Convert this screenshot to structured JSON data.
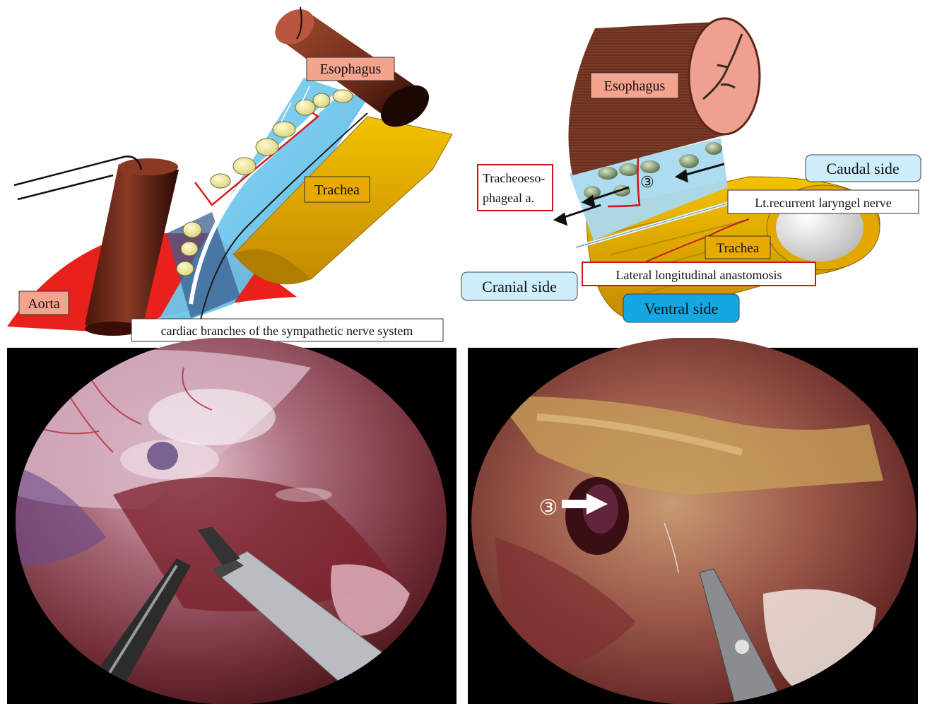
{
  "panels": {
    "top_left": {
      "labels": {
        "esophagus": "Esophagus",
        "trachea": "Trachea",
        "aorta": "Aorta",
        "cardiac": "cardiac branches of the sympathetic nerve system"
      }
    },
    "top_right": {
      "labels": {
        "esophagus": "Esophagus",
        "caudal": "Caudal side",
        "tracheo_line1": "Tracheoeso-",
        "tracheo_line2": "phageal a.",
        "marker": "③",
        "recurrent": "Lt.recurrent laryngel nerve",
        "trachea": "Trachea",
        "lateral": "Lateral longitudinal anastomosis",
        "cranial": "Cranial side",
        "ventral": "Ventral side"
      }
    },
    "bottom_right": {
      "marker": "③"
    }
  },
  "colors": {
    "aorta_red": "#e8211d",
    "esophagus_brown": "#6e2a1a",
    "trachea_gold": "#e2a800",
    "fascia_blue": "#6cc6ec",
    "label_pink": "#f4a48e",
    "label_gold": "#e8a900",
    "side_blue": "#cdeefa",
    "ventral_blue": "#14a8e2",
    "endoscope_black": "#000000"
  },
  "icons": {
    "instrument": "grasper-icon",
    "arrow": "white-arrow-icon"
  }
}
